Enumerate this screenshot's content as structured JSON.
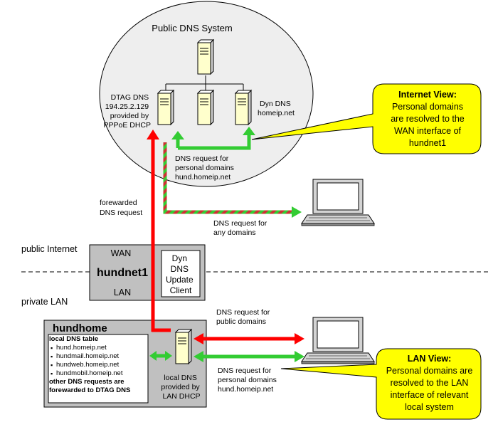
{
  "public_dns": {
    "title": "Public DNS System",
    "dtag_label": [
      "DTAG DNS",
      "194.25.2.129",
      "provided by",
      "PPPoE DHCP"
    ],
    "dyn_label": [
      "Dyn DNS",
      "homeip.net"
    ],
    "personal_request": [
      "DNS request for",
      "personal domains",
      "hund.homeip.net"
    ]
  },
  "forwarded_label": [
    "forewarded",
    "DNS request"
  ],
  "any_domains_label": [
    "DNS request for",
    "any domains"
  ],
  "zones": {
    "public": "public Internet",
    "private": "private LAN"
  },
  "router": {
    "wan": "WAN",
    "name": "hundnet1",
    "lan": "LAN",
    "client_label": [
      "Dyn",
      "DNS",
      "Update",
      "Client"
    ]
  },
  "hundhome": {
    "title": "hundhome",
    "table_title": "local DNS table",
    "entries": [
      "hund.homeip.net",
      "hundmail.homeip.net",
      "hundweb.homeip.net",
      "hundmobil.homeip.net"
    ],
    "footer": [
      "other DNS requests are",
      "forewarded to DTAG DNS"
    ],
    "local_dns": [
      "local DNS",
      "provided by",
      "LAN DHCP"
    ]
  },
  "lan_requests": {
    "public": [
      "DNS request for",
      "public domains"
    ],
    "personal": [
      "DNS request for",
      "personal domains",
      "hund.homeip.net"
    ]
  },
  "internet_view": {
    "title": "Internet View:",
    "lines": [
      "Personal domains",
      "are resolved to the",
      "WAN interface of",
      "hundnet1"
    ]
  },
  "lan_view": {
    "title": "LAN View:",
    "lines": [
      "Personal domains are",
      "resolved to the LAN",
      "interface of relevant",
      "local system"
    ]
  },
  "colors": {
    "red_arrow": "#ff0000",
    "green_arrow": "#33cc33",
    "callout_fill": "#ffff00",
    "router_fill": "#c0c0c0",
    "cloud_fill": "#eeeeee",
    "server_fill": "#ffffcc"
  }
}
